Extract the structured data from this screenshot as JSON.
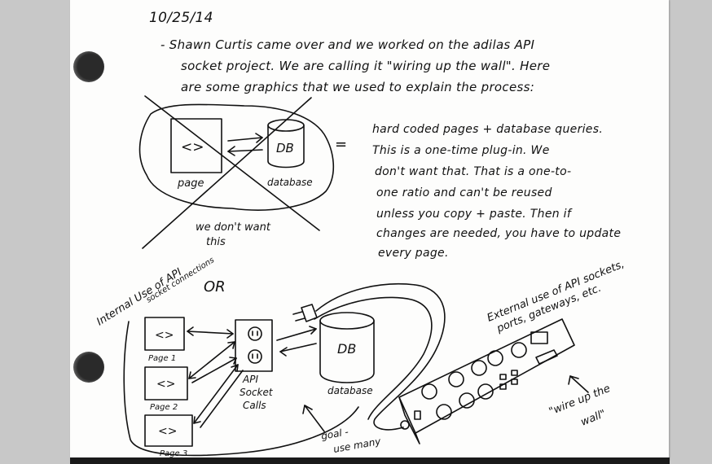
{
  "note": {
    "date": "10/25/14",
    "intro_lines": [
      "- Shawn Curtis came over and we worked on the adilas API",
      "socket project. We are calling it \"wiring up the wall\". Here",
      "are some graphics that we used to explain the process:"
    ],
    "explanation_lines": [
      "hard coded pages + database queries.",
      "This is a one-time plug-in. We",
      "don't want that. That is a one-to-",
      "one ratio and can't be reused",
      "unless you copy + paste. Then if",
      "changes are needed, you have to update",
      "every page."
    ]
  },
  "top_diagram": {
    "page_glyph": "<>",
    "page_label": "page",
    "db_label": "DB",
    "database_label": "database",
    "caption_line1": "we don't want",
    "caption_line2": "this",
    "equals": "="
  },
  "bottom_diagram": {
    "or_label": "OR",
    "internal_line1": "Internal Use of API",
    "internal_line2": "socket connections",
    "page_glyph": "<>",
    "page_labels": [
      "Page 1",
      "Page 2",
      "Page 3"
    ],
    "api_line1": "API",
    "api_line2": "Socket",
    "api_line3": "Calls",
    "db_label": "DB",
    "database_label": "database",
    "external_line1": "External use of API sockets,",
    "external_line2": "ports, gateways, etc.",
    "goal_line1": "goal -",
    "goal_line2": "use many",
    "wire_line1": "\"wire up the",
    "wire_line2": "wall\""
  }
}
